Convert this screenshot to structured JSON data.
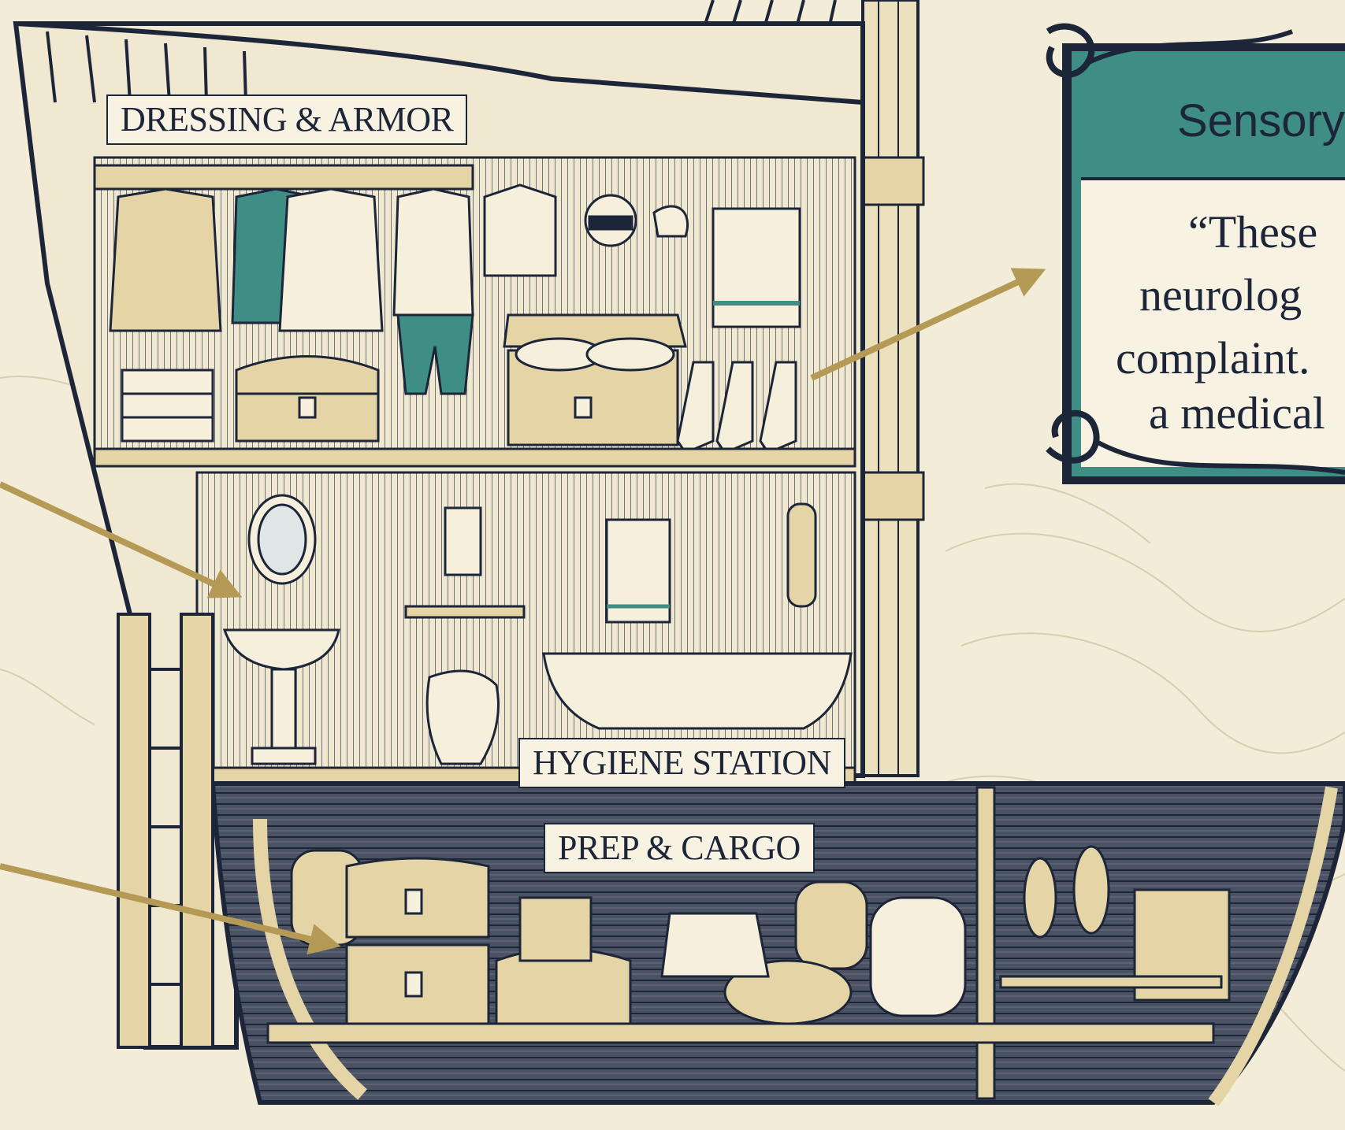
{
  "sections": {
    "dressing": "DRESSING & ARMOR",
    "hygiene": "HYGIENE STATION",
    "cargo": "PREP & CARGO"
  },
  "note": {
    "title": "Sensory",
    "lines": [
      "“These",
      "neurolog",
      "complaint.",
      "a medical"
    ]
  },
  "colors": {
    "parchment": "#f3ecd9",
    "ink": "#1c2638",
    "wood": "#e4d4a6",
    "teal": "#3f8e86",
    "arrow_gold": "#b49a55"
  }
}
